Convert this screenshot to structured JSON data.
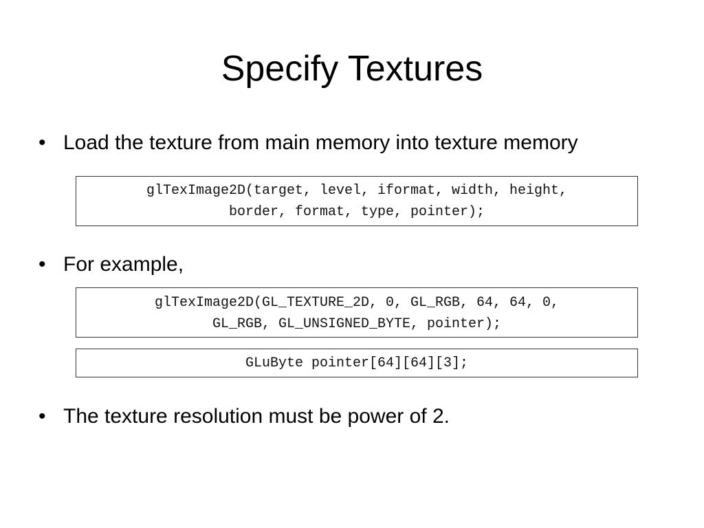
{
  "slide": {
    "title": "Specify Textures",
    "bullet_symbol": "•",
    "bullets": [
      {
        "text": "Load the texture from main memory into texture memory"
      },
      {
        "text": "For example,"
      },
      {
        "text": "The texture resolution must be power of 2."
      }
    ],
    "code_boxes": [
      {
        "lines": [
          "glTexImage2D(target, level, iformat, width, height,",
          "border, format, type, pointer);"
        ]
      },
      {
        "lines": [
          "glTexImage2D(GL_TEXTURE_2D, 0, GL_RGB, 64, 64, 0,",
          "GL_RGB, GL_UNSIGNED_BYTE, pointer);"
        ]
      },
      {
        "lines": [
          "GLuByte pointer[64][64][3];"
        ]
      }
    ]
  }
}
